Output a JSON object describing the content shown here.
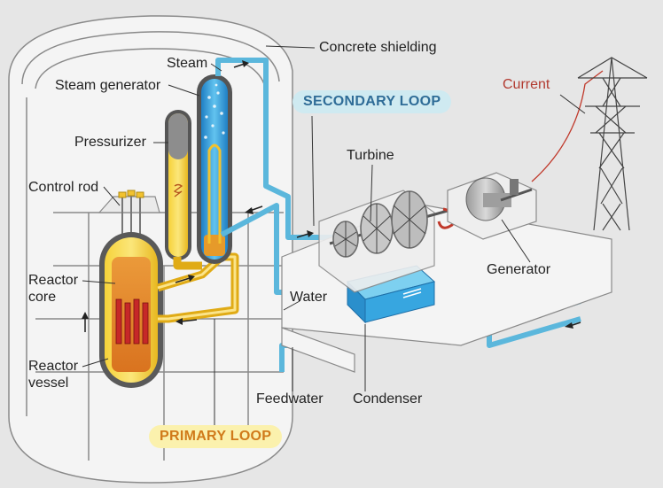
{
  "labels": {
    "concrete_shielding": "Concrete shielding",
    "steam": "Steam",
    "steam_generator": "Steam generator",
    "pressurizer": "Pressurizer",
    "control_rod": "Control rod",
    "reactor_core_line1": "Reactor",
    "reactor_core_line2": "core",
    "reactor_vessel_line1": "Reactor",
    "reactor_vessel_line2": "vessel",
    "secondary_loop": "SECONDARY LOOP",
    "primary_loop": "PRIMARY LOOP",
    "turbine": "Turbine",
    "generator": "Generator",
    "current": "Current",
    "water": "Water",
    "feedwater": "Feedwater",
    "condenser": "Condenser"
  },
  "colors": {
    "background": "#e6e6e6",
    "structure_fill": "#f4f4f4",
    "structure_line": "#8a8a8a",
    "secondary_loop_pipe": "#5bb7dc",
    "primary_loop_pipe": "#f2c22e",
    "steam_generator_blue": "#3b9ad6",
    "core_orange": "#e68a2c",
    "fuel_red": "#c62828",
    "condenser_blue": "#37a6e0",
    "current_line": "#c0392b",
    "pylon": "#444444"
  }
}
